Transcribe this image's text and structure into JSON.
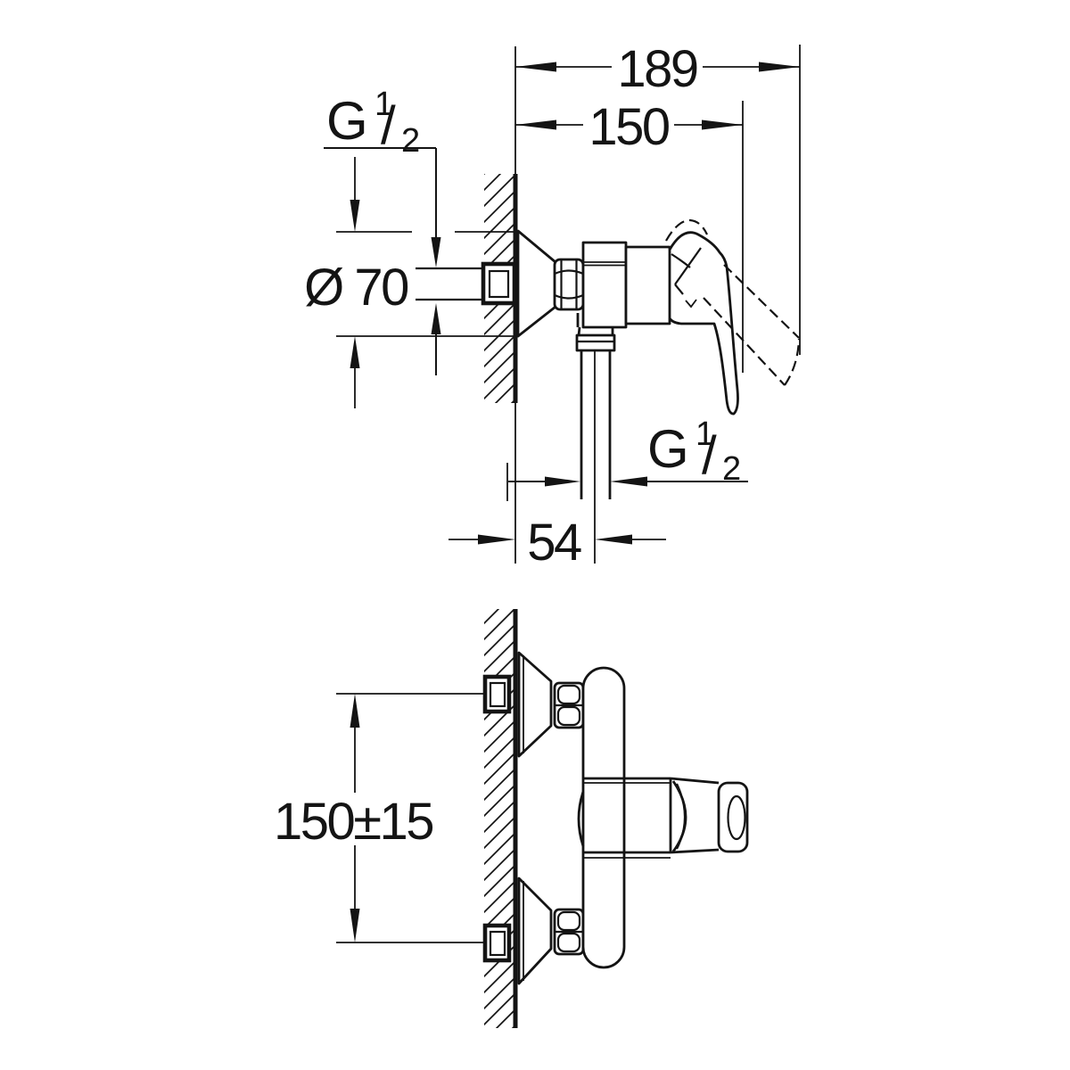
{
  "page": {
    "background": "#ffffff",
    "line_color": "#141414",
    "description": "Dimensional installation drawing of a wall-mounted single-lever shower mixer: side view (top) and front view (bottom)"
  },
  "side_view": {
    "dims": {
      "overall_depth": "189",
      "depth_to_handle_front": "150",
      "escutcheon_diameter": "Ø 70",
      "outlet_to_wall": "54"
    },
    "thread_label": {
      "prefix": "G",
      "numerator": "1",
      "slash": "/",
      "denominator": "2"
    }
  },
  "front_view": {
    "dims": {
      "connection_centres": "150±15"
    }
  }
}
